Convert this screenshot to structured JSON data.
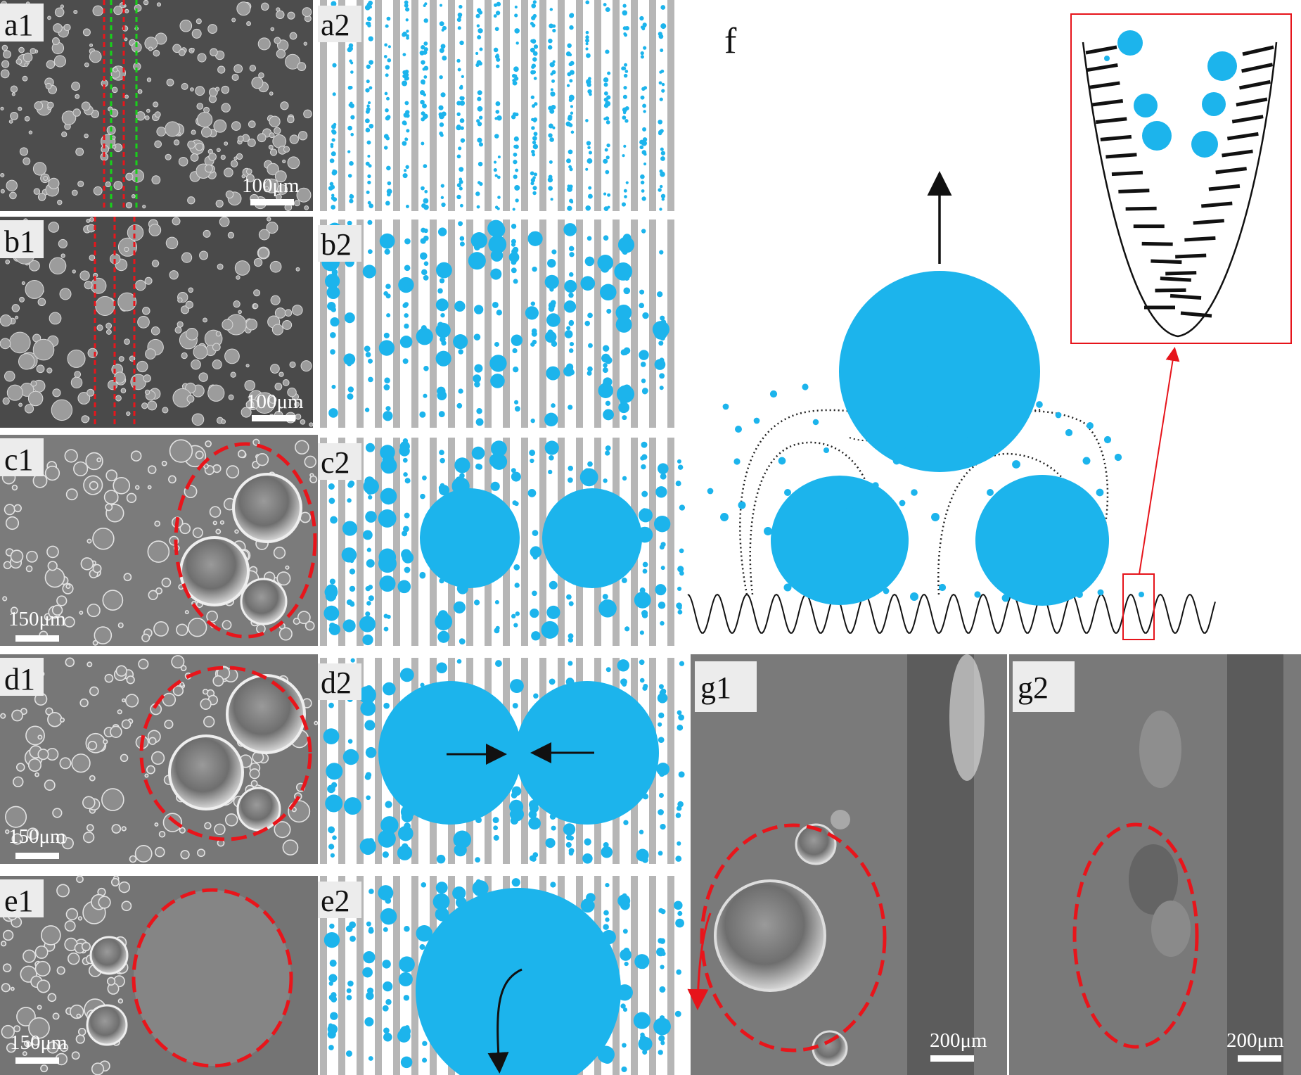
{
  "colors": {
    "drop": "#1cb4ec",
    "stripe": "#b6b6b6",
    "photo": "#4d4d4d",
    "photo_light": "#7b7b7b",
    "dashed_red": "#e8151b",
    "dashed_green": "#18d11a",
    "inset_border": "#e6141b",
    "line": "#111111"
  },
  "icons": [
    "arrow-up-icon",
    "arrow-right-icon",
    "arrow-left-icon",
    "curved-arrow-down-icon",
    "red-callout-arrow-icon"
  ],
  "panels": {
    "a1": {
      "label": "a1",
      "scale": "100μm"
    },
    "a2": {
      "label": "a2"
    },
    "b1": {
      "label": "b1",
      "scale": "100μm"
    },
    "b2": {
      "label": "b2"
    },
    "c1": {
      "label": "c1",
      "scale": "150μm"
    },
    "c2": {
      "label": "c2"
    },
    "d1": {
      "label": "d1",
      "scale": "150μm"
    },
    "d2": {
      "label": "d2"
    },
    "e1": {
      "label": "e1",
      "scale": "150μm"
    },
    "e2": {
      "label": "e2"
    },
    "f": {
      "label": "f"
    },
    "g1": {
      "label": "g1",
      "scale": "200μm"
    },
    "g2": {
      "label": "g2",
      "scale": "200μm"
    }
  }
}
